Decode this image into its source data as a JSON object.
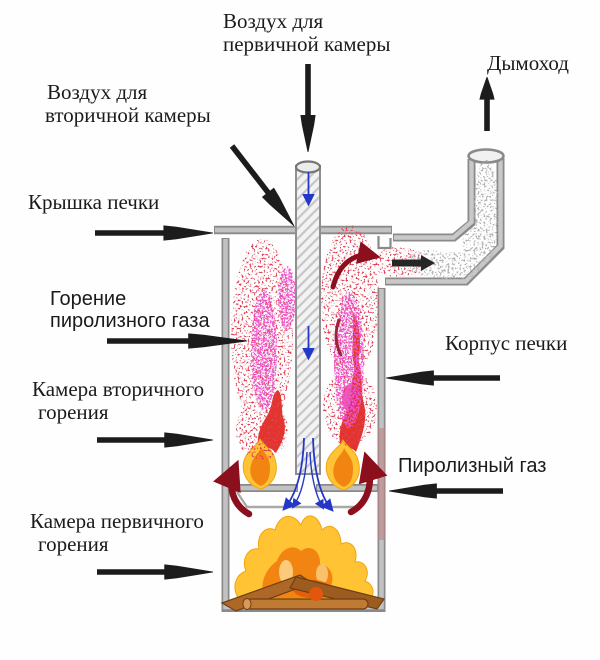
{
  "labels": {
    "air_primary": {
      "line1": "Воздух для",
      "line2": "первичной камеры"
    },
    "chimney": "Дымоход",
    "air_secondary": {
      "line1": "Воздух для",
      "line2": "вторичной камеры"
    },
    "lid": "Крышка печки",
    "pyro_burning": {
      "line1": "Горение",
      "line2": "пиролизного газа"
    },
    "secondary_chamber": {
      "line1": "Камера вторичного",
      "line2": "горения"
    },
    "primary_chamber": {
      "line1": "Камера первичного",
      "line2": "горения"
    },
    "body": "Корпус печки",
    "pyro_gas": "Пиролизный газ"
  },
  "icons": {
    "callout_arrows": "black needle-tip pointer arrows",
    "air_flow": "blue thin arrows (air moving down the tube)",
    "gas_flow": "dark-red curved arrows (pyrolysis gas rising)",
    "flue_flow": "small black arrow inside flue duct"
  },
  "colors": {
    "text": "#1b1b1b",
    "callout_arrow": "#1c1c1c",
    "wall_edge": "#8a8a8a",
    "wall_fill": "#bdbdbd",
    "air_arrow_blue": "#2438c8",
    "gas_arrow_maroon": "#8c0f1d",
    "flame_yellow": "#ffc334",
    "flame_orange": "#f28411",
    "flame_red": "#e3342c",
    "speckle_red": "#c01018",
    "speckle_magenta": "#d9219c",
    "smoke_gray": "#78787c",
    "log_brown": "#ad6827"
  }
}
